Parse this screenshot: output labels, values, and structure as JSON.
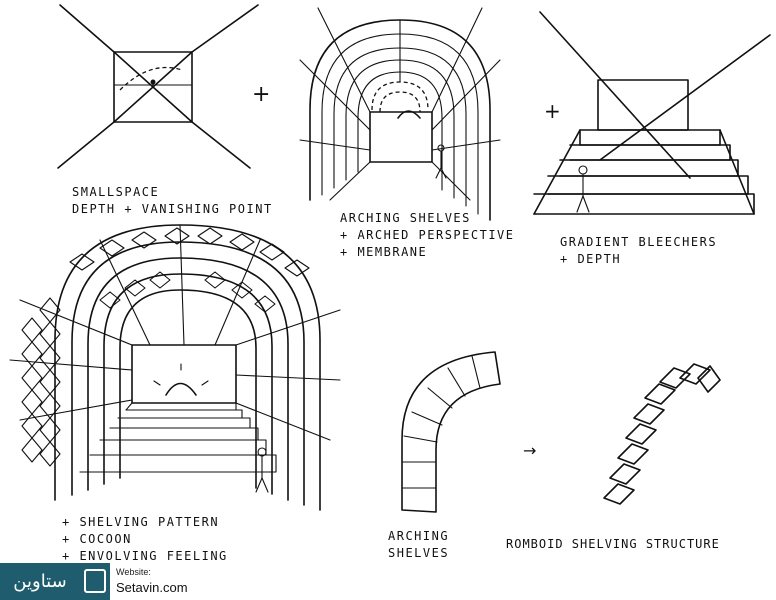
{
  "sketches": {
    "small_space": {
      "caption": [
        "SMALLSPACE",
        "DEPTH  + VANISHING POINT"
      ]
    },
    "arching_shelves": {
      "caption": [
        "ARCHING SHELVES",
        "+ ARCHED PERSPECTIVE",
        "+ MEMBRANE"
      ]
    },
    "bleachers": {
      "caption": [
        "GRADIENT BLEECHERS",
        "+ DEPTH"
      ]
    },
    "shelving_tunnel": {
      "caption": [
        "+ SHELVING PATTERN",
        "+ COCOON",
        "+ ENVOLVING FEELING"
      ]
    },
    "arch_detail": {
      "caption": [
        "ARCHING",
        "SHELVES"
      ]
    },
    "romboid": {
      "caption": [
        "ROMBOID SHELVING STRUCTURE"
      ]
    },
    "plus_signs": [
      "+",
      "+"
    ],
    "arrow": "→"
  },
  "footer": {
    "logo_text": "ستاوین",
    "site_label": "Website:",
    "site_url": "Setavin.com"
  }
}
